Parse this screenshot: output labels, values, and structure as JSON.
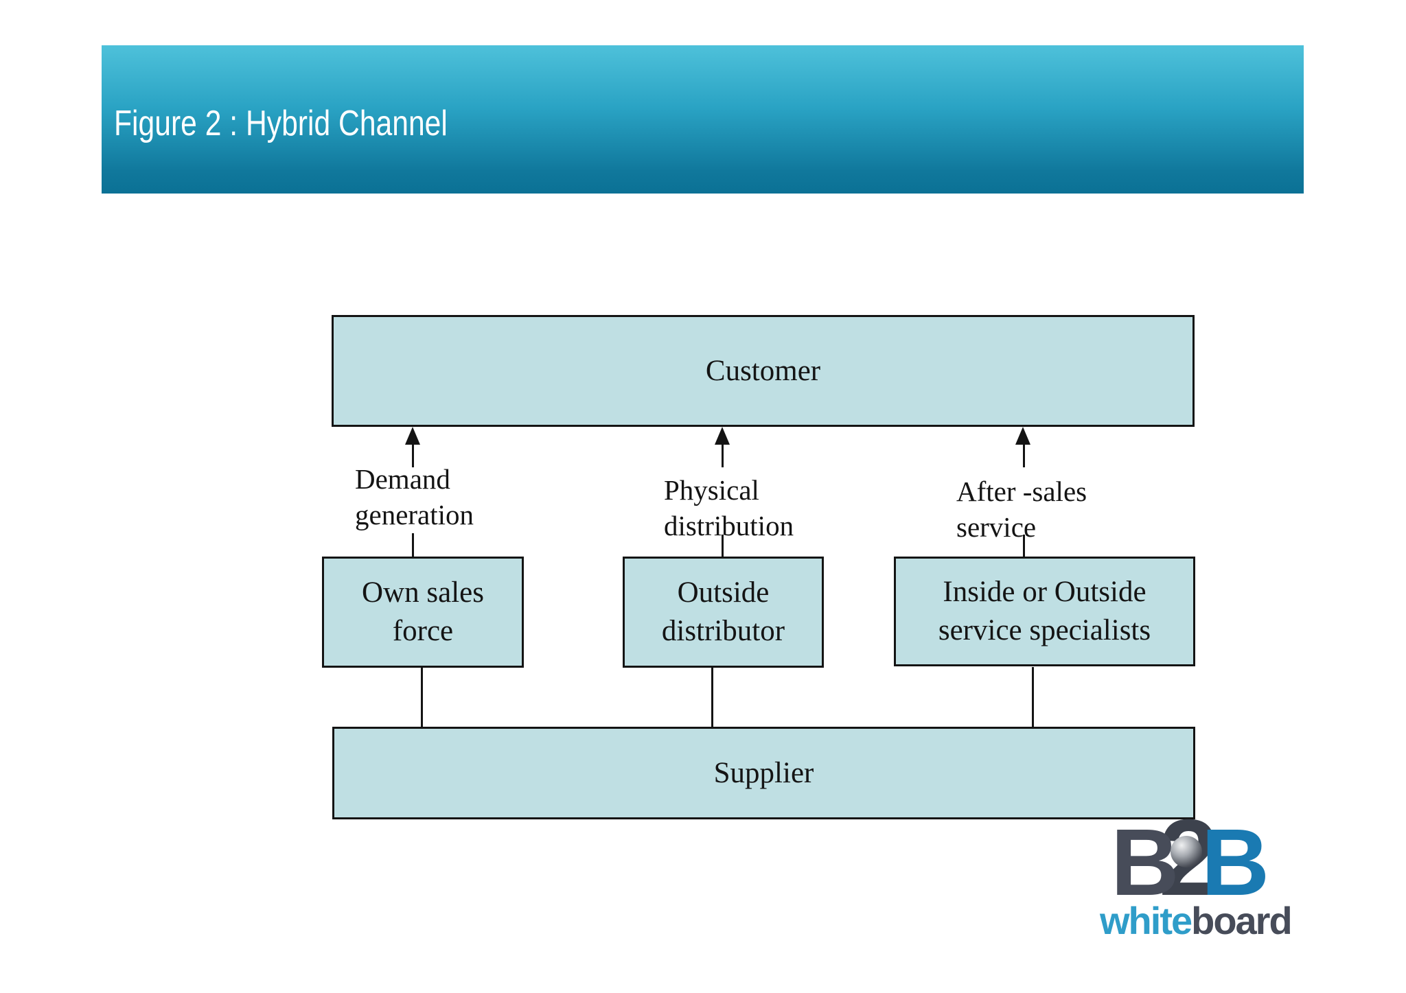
{
  "header": {
    "title": "Figure 2 : Hybrid Channel"
  },
  "diagram": {
    "customer_label": "Customer",
    "supplier_label": "Supplier",
    "columns": [
      {
        "flow_label": "Demand\ngeneration",
        "box_label": "Own sales\nforce"
      },
      {
        "flow_label": "Physical\ndistribution",
        "box_label": "Outside\ndistributor"
      },
      {
        "flow_label": "After -sales\nservice",
        "box_label": "Inside or Outside\nservice specialists"
      }
    ],
    "colors": {
      "box_fill": "#bfdfe3",
      "box_border": "#141414",
      "connector_line": "#141414",
      "banner_gradient_top": "#4ec1da",
      "banner_gradient_bottom": "#0b7195",
      "title_text": "#ffffff"
    }
  },
  "logo": {
    "b_left": "B",
    "digit": "2",
    "b_right": "B",
    "word_first": "white",
    "word_second": "board",
    "color_dark_slate": "#474c59",
    "color_blue_b": "#1a7ab2",
    "color_word_blue": "#2f9dc9"
  }
}
